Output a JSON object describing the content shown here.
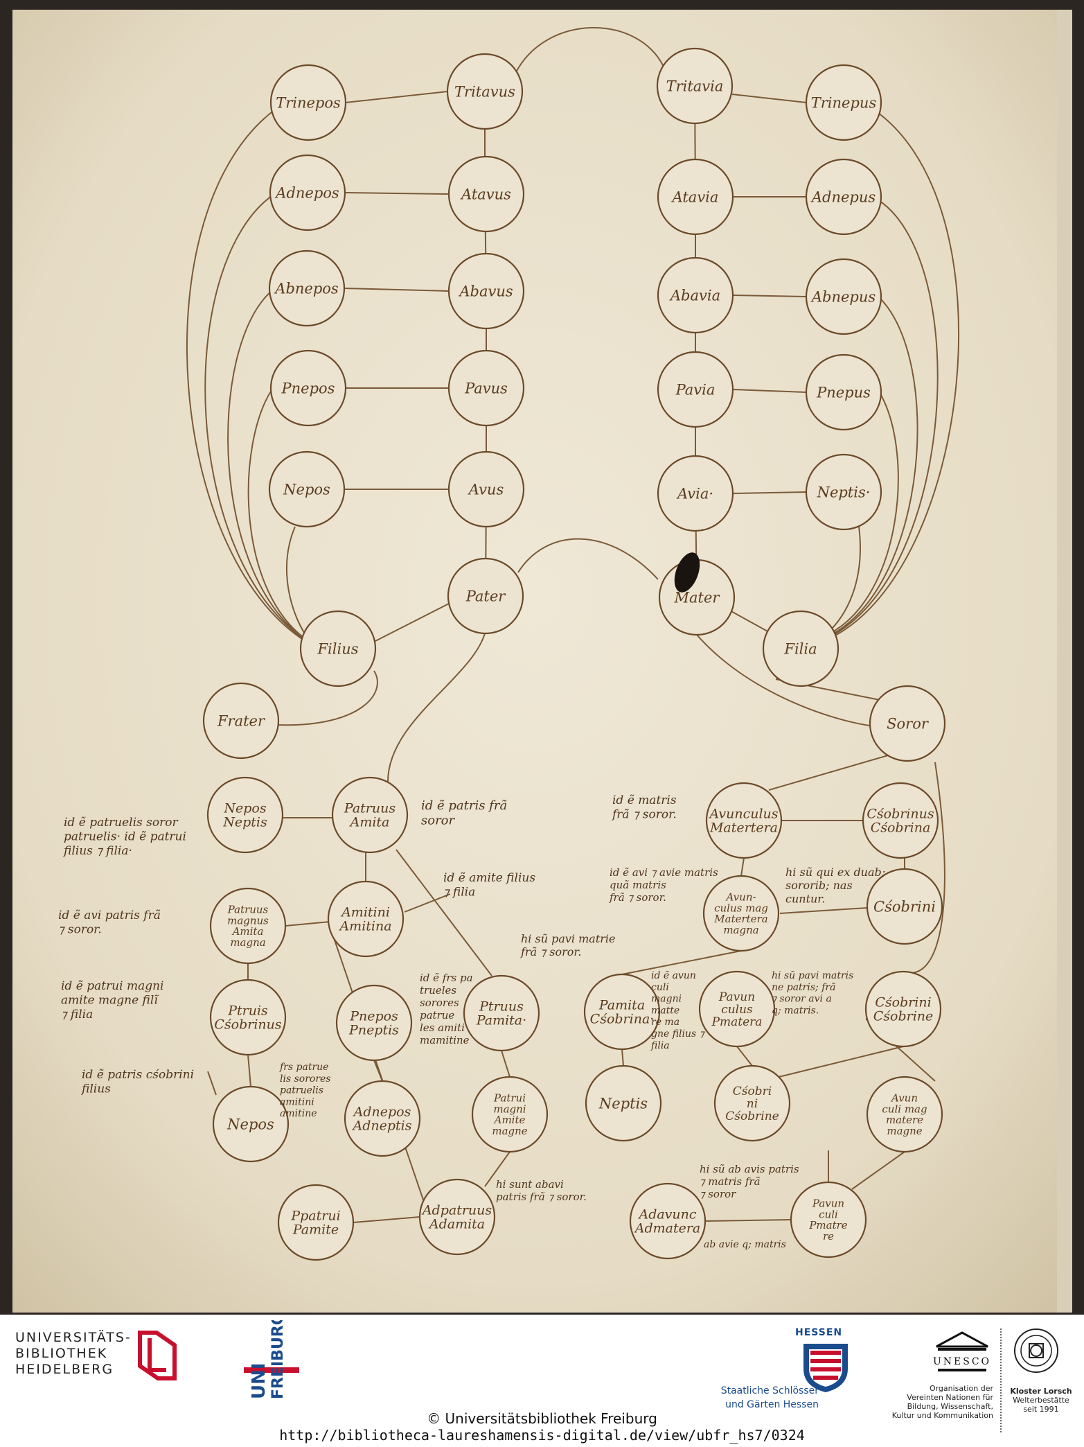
{
  "manuscript": {
    "nodes": [
      {
        "id": "trinepos-l",
        "label": "Trinepos"
      },
      {
        "id": "tritavus",
        "label": "Tritavus"
      },
      {
        "id": "tritavia",
        "label": "Tritavia"
      },
      {
        "id": "trinepos-r",
        "label": "Trinepus"
      },
      {
        "id": "adnepos-l",
        "label": "Adnepos"
      },
      {
        "id": "atavus",
        "label": "Atavus"
      },
      {
        "id": "atavia",
        "label": "Atavia"
      },
      {
        "id": "adnepos-r",
        "label": "Adnepus"
      },
      {
        "id": "abnepos-l",
        "label": "Abnepos"
      },
      {
        "id": "abavus",
        "label": "Abavus"
      },
      {
        "id": "abavia",
        "label": "Abavia"
      },
      {
        "id": "abnepos-r",
        "label": "Abnepus"
      },
      {
        "id": "pronepos-l",
        "label": "Pnepos"
      },
      {
        "id": "proavus",
        "label": "Pavus"
      },
      {
        "id": "proavia",
        "label": "Pavia"
      },
      {
        "id": "pronepos-r",
        "label": "Pnepus"
      },
      {
        "id": "nepos-l",
        "label": "Nepos"
      },
      {
        "id": "avus",
        "label": "Avus"
      },
      {
        "id": "avia",
        "label": "Avia·"
      },
      {
        "id": "neptis-r",
        "label": "Neptis·"
      },
      {
        "id": "pater",
        "label": "Pater"
      },
      {
        "id": "mater",
        "label": "Mater"
      },
      {
        "id": "filius",
        "label": "Filius"
      },
      {
        "id": "filia",
        "label": "Filia"
      },
      {
        "id": "frater",
        "label": "Frater"
      },
      {
        "id": "soror",
        "label": "Soror"
      },
      {
        "id": "nepos-neptis",
        "label": "Nepos\nNeptis"
      },
      {
        "id": "patruus-amita",
        "label": "Patruus\nAmita"
      },
      {
        "id": "avunculus-matertera",
        "label": "Avunculus\nMatertera"
      },
      {
        "id": "consobrinus",
        "label": "Cśobrinus\nCśobrina"
      },
      {
        "id": "amitini",
        "label": "Amitini\nAmitina"
      },
      {
        "id": "patruus-magnus",
        "label": "Patruus\nmagnus\nAmita\nmagna"
      },
      {
        "id": "avunculus-magnus",
        "label": "Avun-\nculus mag\nMatertera\nmagna"
      },
      {
        "id": "consobrini",
        "label": "Cśobrini"
      },
      {
        "id": "propatruus",
        "label": "Ptruus\nPamita·"
      },
      {
        "id": "patrui-consobrinus",
        "label": "Ptruis\nCśobrinus"
      },
      {
        "id": "pronepos-pneptis",
        "label": "Pnepos\nPneptis"
      },
      {
        "id": "proamita-consobrina",
        "label": "Pamita\nCśobrina·"
      },
      {
        "id": "proavunculus",
        "label": "Pavun\nculus\nPmatera"
      },
      {
        "id": "consobrini-consobrine",
        "label": "Cśobrini\nCśobrine"
      },
      {
        "id": "nepos-3",
        "label": "Nepos"
      },
      {
        "id": "adnepos-adneptis",
        "label": "Adnepos\nAdneptis"
      },
      {
        "id": "patrui-magni",
        "label": "Patrui\nmagni\nAmite\nmagne"
      },
      {
        "id": "neptis-3",
        "label": "Neptis"
      },
      {
        "id": "consobrini-2",
        "label": "Cśobri\nni\nCśobrine"
      },
      {
        "id": "avunculi-magni",
        "label": "Avun\nculi mag\nmatere\nmagne"
      },
      {
        "id": "propatrui",
        "label": "Ppatrui\nPamite"
      },
      {
        "id": "adpatruus",
        "label": "Adpatruus\nAdamita"
      },
      {
        "id": "adavunculus",
        "label": "Adavunc\nAdmatera"
      },
      {
        "id": "proavunculi",
        "label": "Pavun\nculi\nPmatre\nre"
      }
    ],
    "annotations": [
      {
        "id": "note-patris-frater",
        "text": "id ẽ patris frã\nsoror"
      },
      {
        "id": "note-matris",
        "text": "id ẽ matris\nfrã ⁊ soror."
      },
      {
        "id": "note-patruelis",
        "text": "id ẽ patruelis soror\npatruelis· id ẽ patrui\nfilius ⁊ filia·"
      },
      {
        "id": "note-amite-filius",
        "text": "id ẽ amite filius\n⁊ filia"
      },
      {
        "id": "note-avi-matris",
        "text": "id ẽ avi ⁊ avie matris\nquã matris\nfrã ⁊ soror."
      },
      {
        "id": "note-duabus",
        "text": "hi sũ qui ex duab;\nsororib; nas\ncuntur."
      },
      {
        "id": "note-avi-patris",
        "text": "id ẽ avi patris frã\n⁊ soror."
      },
      {
        "id": "note-pavi-matris",
        "text": "hi sũ pavi matrie\nfrã ⁊ soror."
      },
      {
        "id": "note-patrui-magni",
        "text": "id ẽ patrui magni\namite magne filĩ\n⁊ filia"
      },
      {
        "id": "note-frs-patrue",
        "text": "id ẽ frs pa\ntrueles\nsorores\npatrue\nles amiti\nmamitine"
      },
      {
        "id": "note-avunculi",
        "text": "id ẽ avun\nculi\nmagni\nmatte\nre ma\ngne filius ⁊\nfilia"
      },
      {
        "id": "note-pavi-matris-2",
        "text": "hi sũ pavi matris\nne patris; frã\n⁊ soror avi a\nq; matris."
      },
      {
        "id": "note-patris-consobrini",
        "text": "id ẽ patris cśobrini\nfilius"
      },
      {
        "id": "note-frs-patrueles",
        "text": "frs patrue\nlis sorores\npatruelis\namitini\namitine"
      },
      {
        "id": "note-abavi-patris",
        "text": "hi sunt abavi\npatris frã ⁊ soror."
      },
      {
        "id": "note-abavi-matris",
        "text": "hi sũ ab avis patris\n⁊ matris frã\n⁊ soror"
      },
      {
        "id": "note-abavie-matris",
        "text": "ab avie q; matris"
      }
    ]
  },
  "footer": {
    "library": [
      "UNIVERSITÄTS-",
      "BIBLIOTHEK",
      "HEIDELBERG"
    ],
    "unifr": [
      "UNI",
      "FREIBURG"
    ],
    "hessen_label": "HESSEN",
    "schloesser": [
      "Staatliche Schlösser",
      "und Gärten Hessen"
    ],
    "unesco_word": "UNESCO",
    "unesco_text": [
      "Organisation der",
      "Vereinten Nationen für",
      "Bildung, Wissenschaft,",
      "Kultur und Kommunikation"
    ],
    "lorsch_title": "Kloster Lorsch",
    "lorsch_text": [
      "Welterbestätte",
      "seit 1991"
    ],
    "copyright": "© Universitätsbibliothek Freiburg",
    "url": "http://bibliotheca-laureshamensis-digital.de/view/ubfr_hs7/0324",
    "colors": {
      "ink": "#6b4a2a",
      "parchment": "#ebe3cf",
      "brand_red": "#c8102e",
      "brand_blue": "#1a4b8c"
    }
  }
}
